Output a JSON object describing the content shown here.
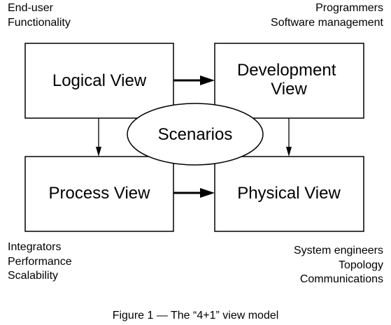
{
  "annotations": {
    "top_left": [
      "End-user",
      "Functionality"
    ],
    "top_right": [
      "Programmers",
      "Software management"
    ],
    "bottom_left": [
      "Integrators",
      "Performance",
      "Scalability"
    ],
    "bottom_right": [
      "System engineers",
      "Topology",
      "Communications"
    ]
  },
  "views": {
    "logical": [
      "Logical View"
    ],
    "development": [
      "Development",
      "View"
    ],
    "process": [
      "Process View"
    ],
    "physical": [
      "Physical View"
    ]
  },
  "center": {
    "label": "Scenarios"
  },
  "caption": "Figure 1 — The “4+1” view model"
}
